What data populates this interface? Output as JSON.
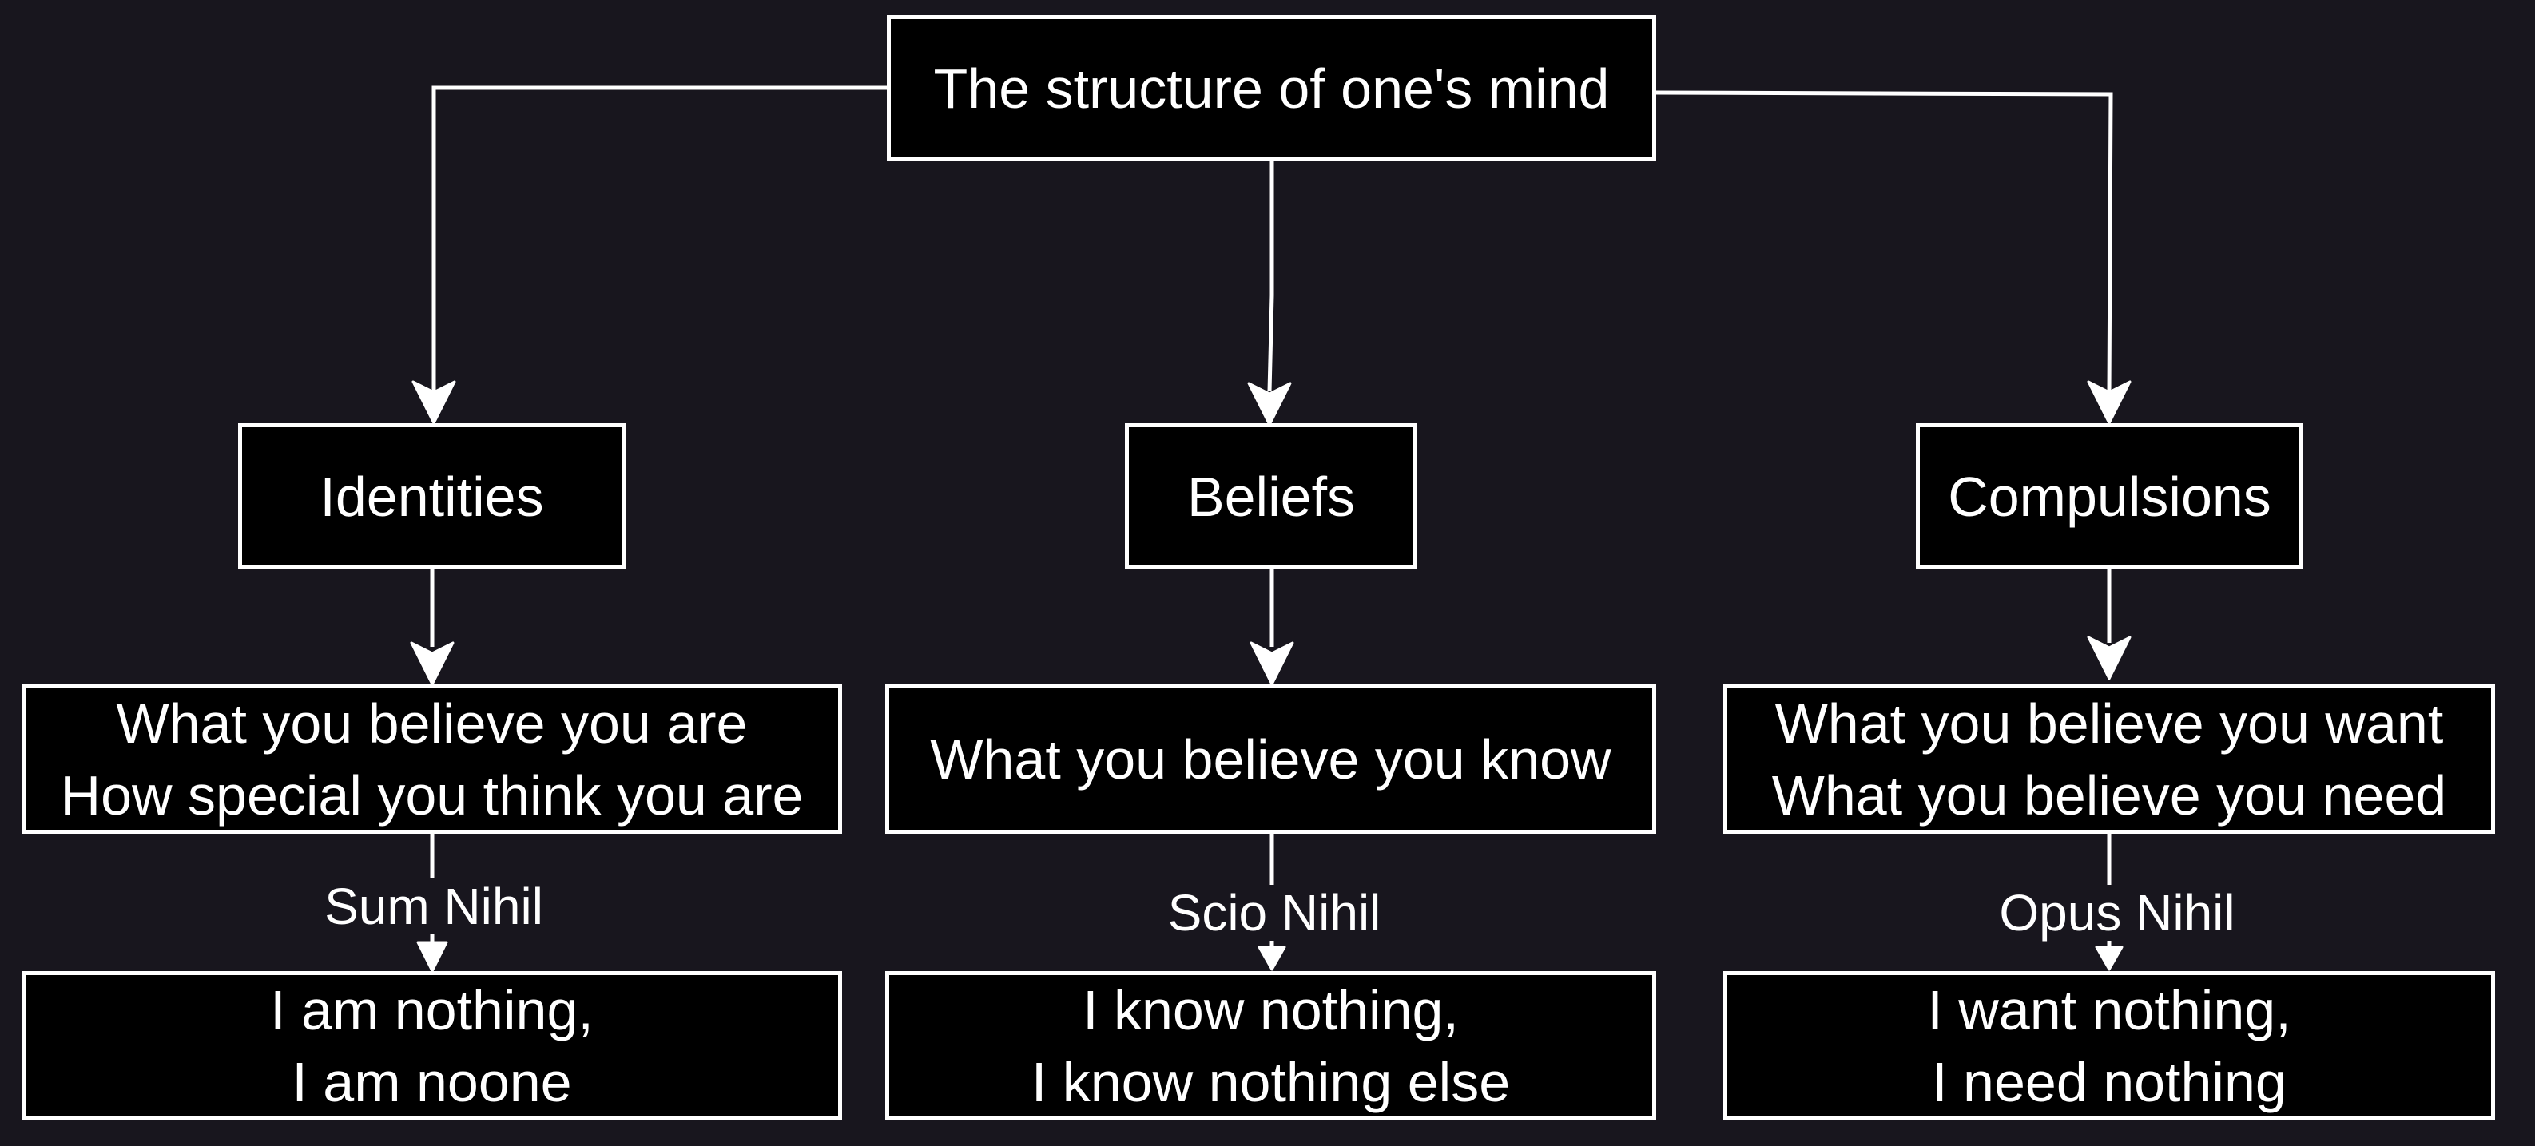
{
  "colors": {
    "background": "#18161e",
    "node_fill": "#000000",
    "stroke": "#ffffff",
    "text": "#ffffff"
  },
  "root": {
    "text": "The structure of one's mind"
  },
  "categories": [
    {
      "title": "Identities",
      "description": [
        "What you believe you are",
        "How special you think you are"
      ],
      "edge_label": "Sum Nihil",
      "conclusion": [
        "I am nothing,",
        "I am noone"
      ]
    },
    {
      "title": "Beliefs",
      "description": [
        "What you believe you know"
      ],
      "edge_label": "Scio Nihil",
      "conclusion": [
        "I know nothing,",
        "I know nothing else"
      ]
    },
    {
      "title": "Compulsions",
      "description": [
        "What you believe you want",
        "What you believe you need"
      ],
      "edge_label": "Opus Nihil",
      "conclusion": [
        "I want nothing,",
        "I need nothing"
      ]
    }
  ]
}
